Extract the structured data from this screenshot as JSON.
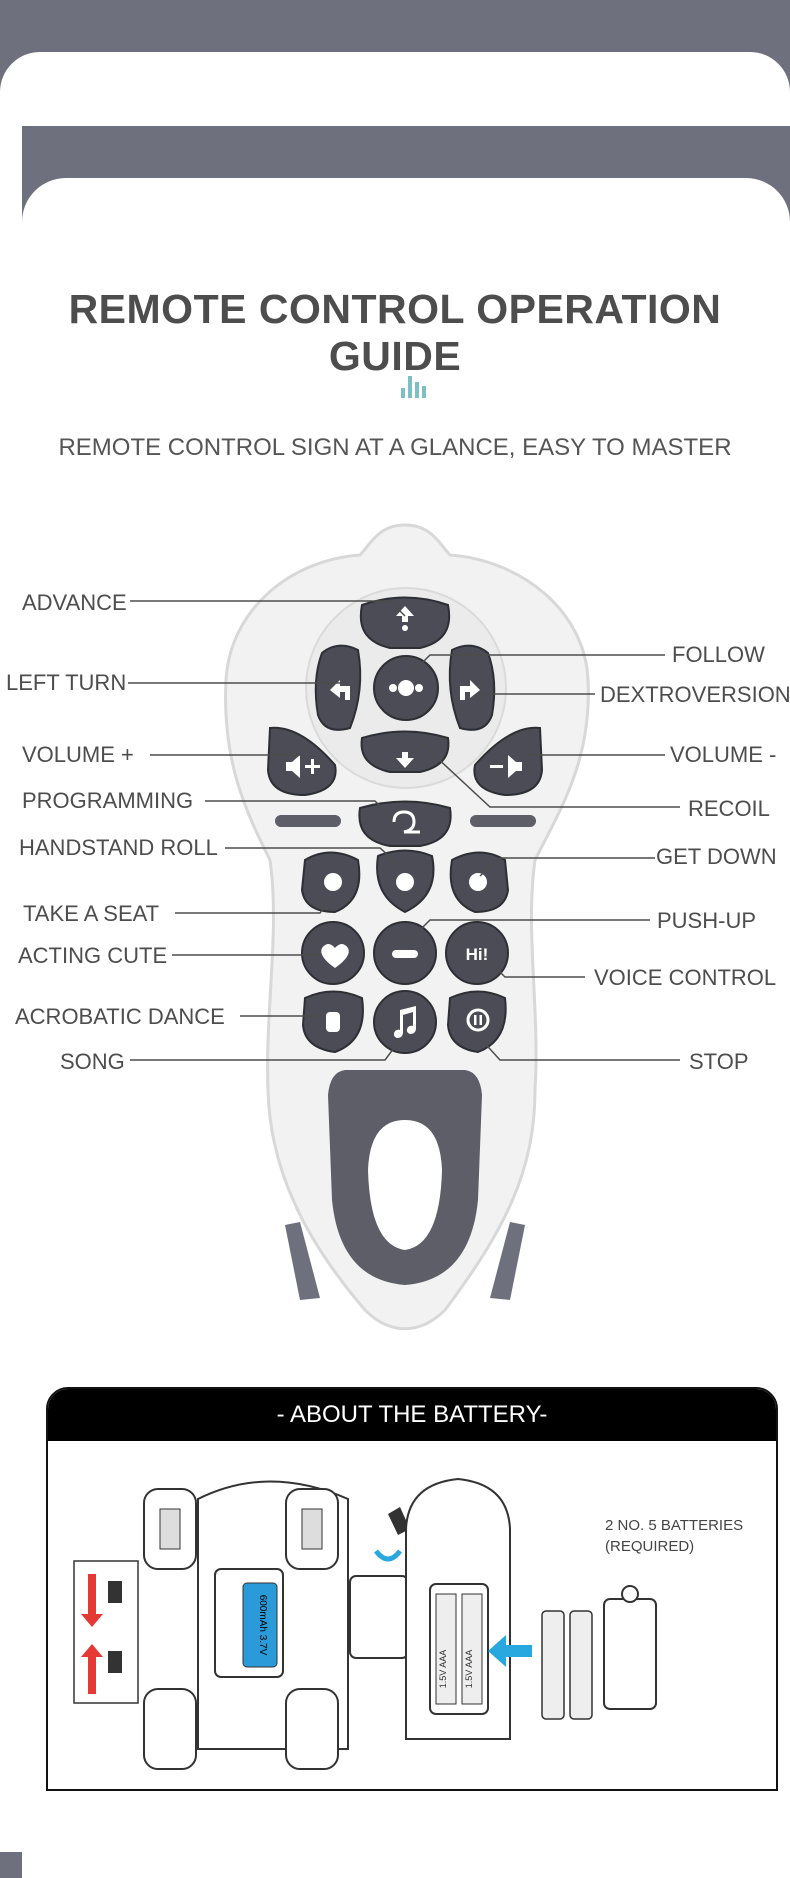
{
  "title": "REMOTE CONTROL OPERATION GUIDE",
  "subtitle": "REMOTE CONTROL SIGN AT A GLANCE, EASY TO MASTER",
  "labels": {
    "advance": "ADVANCE",
    "left_turn": "LEFT TURN",
    "volume_up": "VOLUME +",
    "programming": "PROGRAMMING",
    "handstand_roll": "HANDSTAND ROLL",
    "take_a_seat": "TAKE A SEAT",
    "acting_cute": "ACTING CUTE",
    "acrobatic_dance": "ACROBATIC DANCE",
    "song": "SONG",
    "follow": "FOLLOW",
    "dextroversion": "DEXTROVERSION",
    "volume_down": "VOLUME -",
    "recoil": "RECOIL",
    "get_down": "GET DOWN",
    "push_up": "PUSH-UP",
    "voice_control": "VOICE CONTROL",
    "stop": "STOP"
  },
  "battery": {
    "heading": "- ABOUT THE BATTERY-",
    "note_line1": "2 NO. 5 BATTERIES",
    "note_line2": "(REQUIRED)",
    "pack_label": "600mAh 3.7V",
    "cell_label": "1.5V AAA"
  },
  "colors": {
    "dark_band": "#6e707d",
    "button": "#4b4c55",
    "accent_teal": "#7dbfc4",
    "arrow_blue": "#29a8e0"
  }
}
